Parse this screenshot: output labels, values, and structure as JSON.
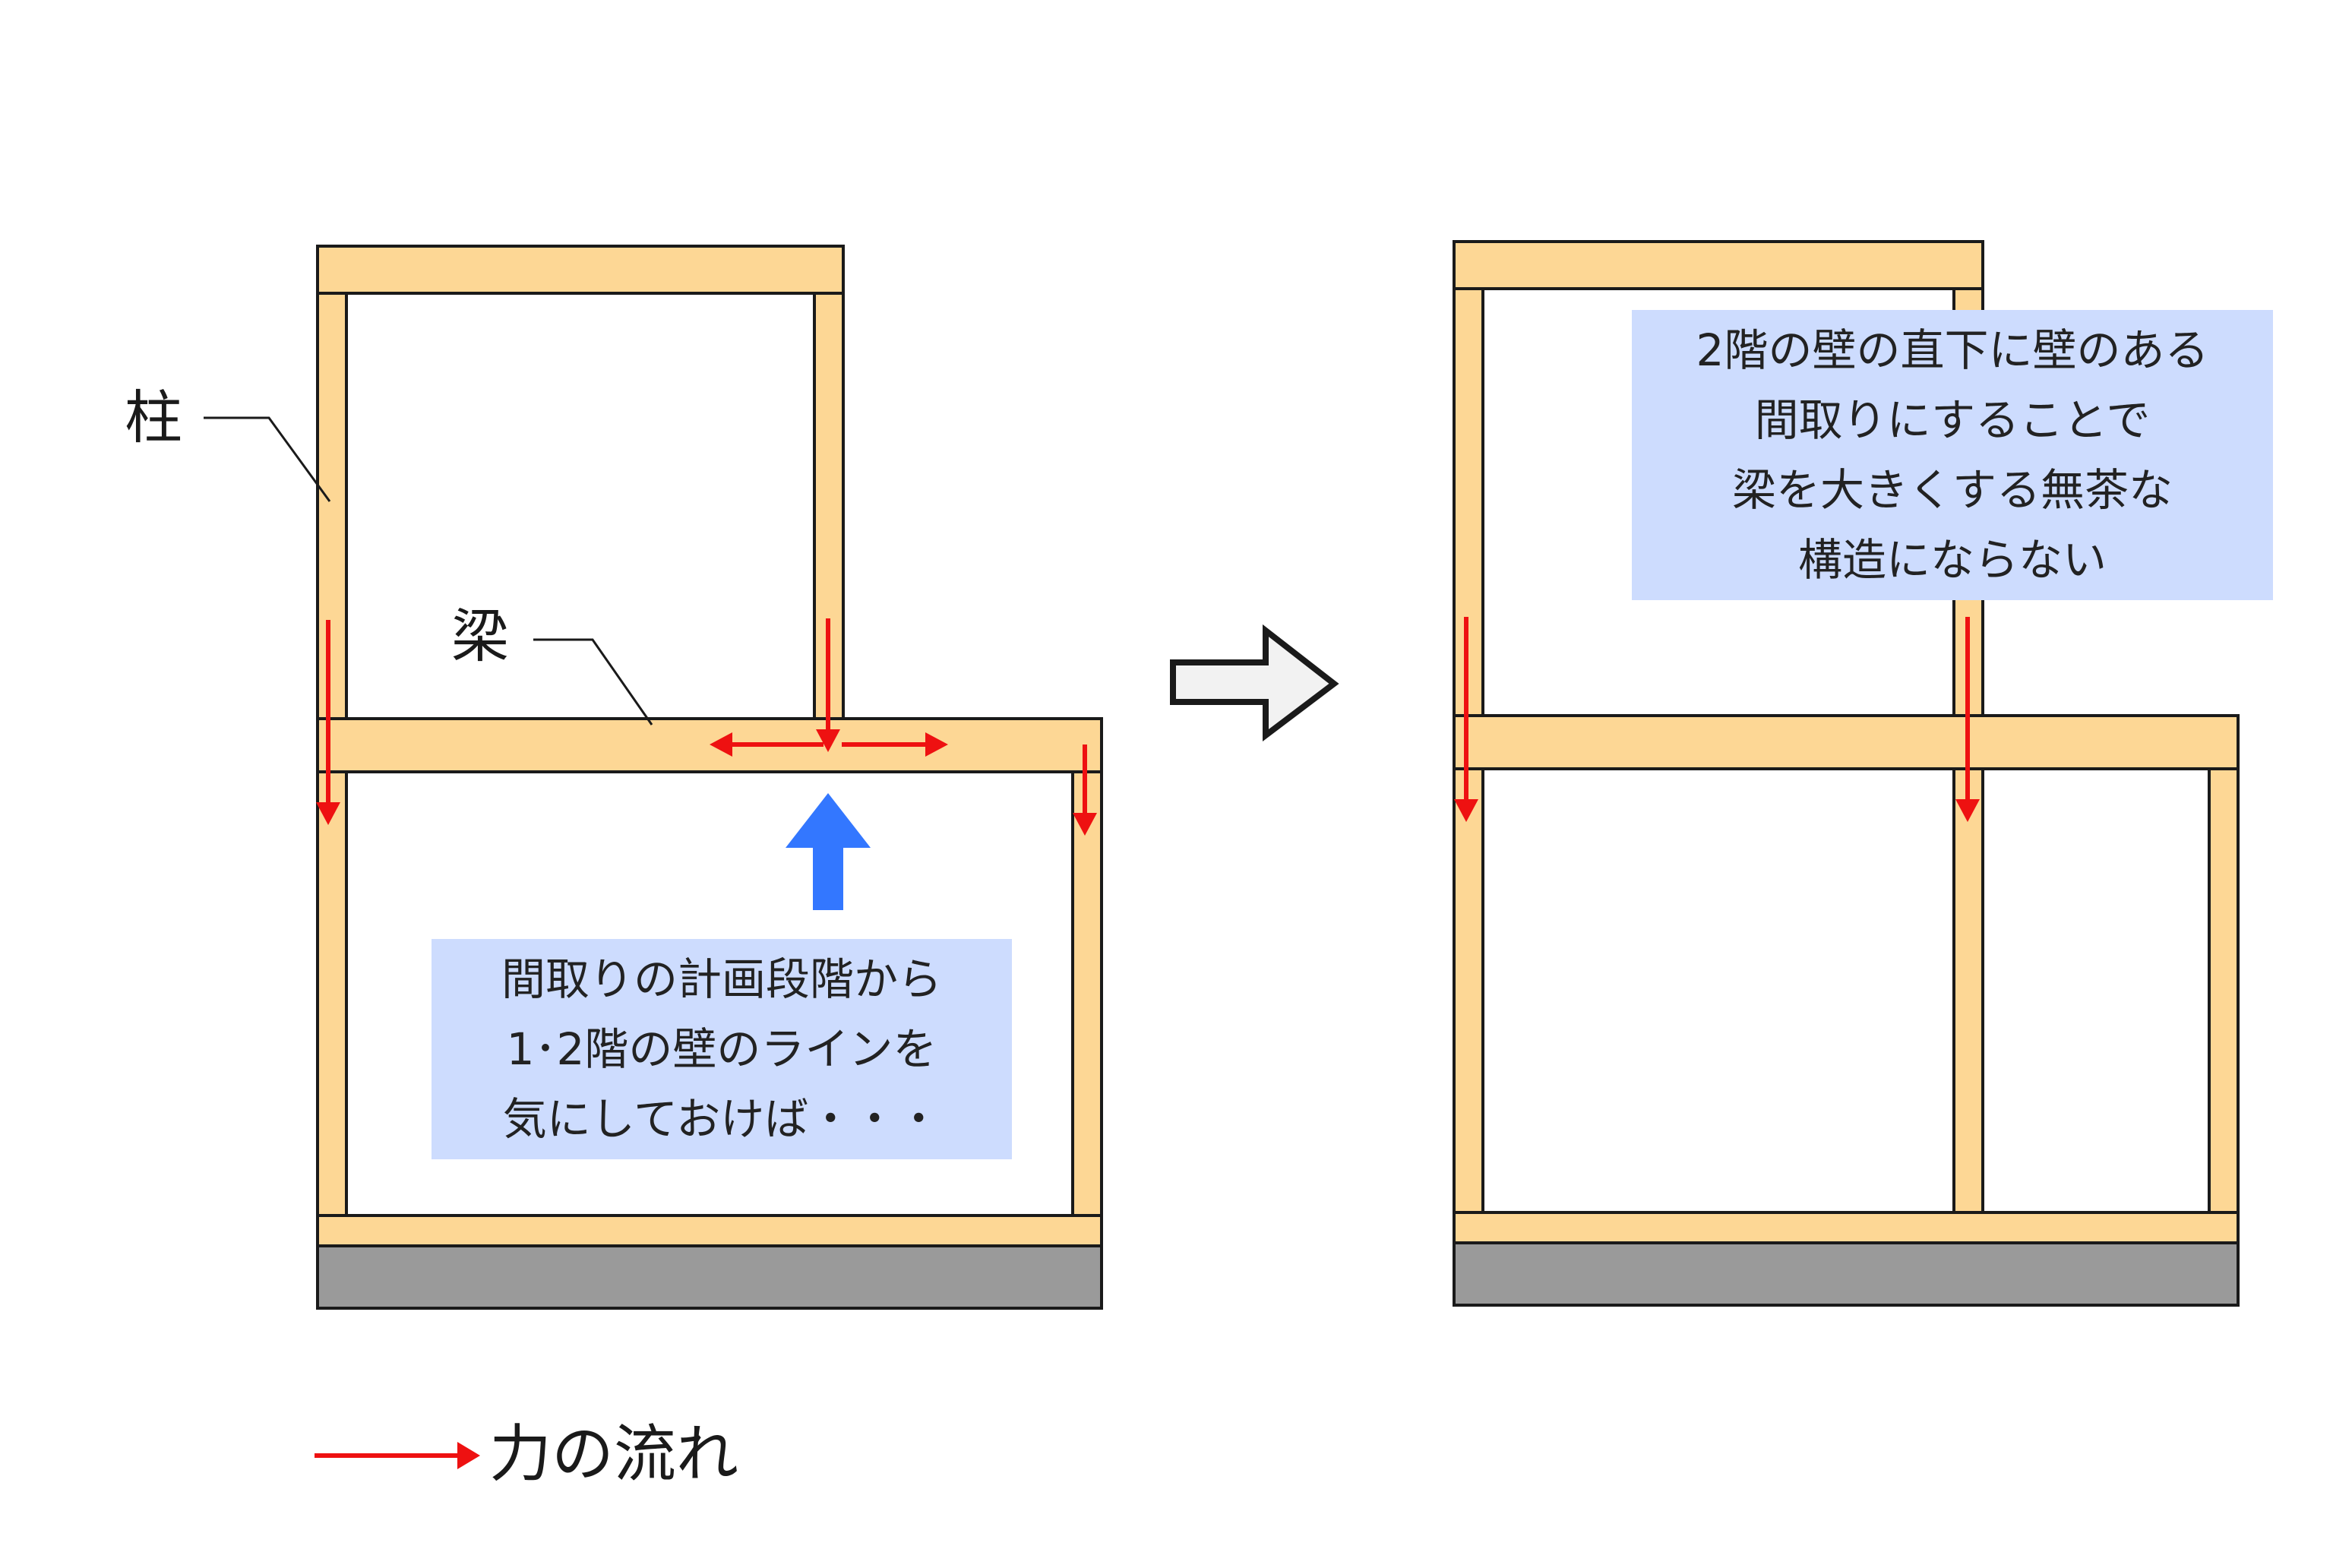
{
  "labels": {
    "pillar": "柱",
    "beam": "梁",
    "legend": "力の流れ"
  },
  "notes": {
    "left": [
      "間取りの計画段階から",
      "1･2階の壁のラインを",
      "気にしておけば・・・"
    ],
    "right": [
      "2階の壁の直下に壁のある",
      "間取りにすることで",
      "梁を大きくする無茶な",
      "構造にならない"
    ]
  },
  "colors": {
    "timber": "#fdd795",
    "outline": "#1a1a1a",
    "foundation": "#9a9a9a",
    "force": "#ee1111",
    "support": "#3377ff",
    "note_bg": "#cddcfe"
  }
}
